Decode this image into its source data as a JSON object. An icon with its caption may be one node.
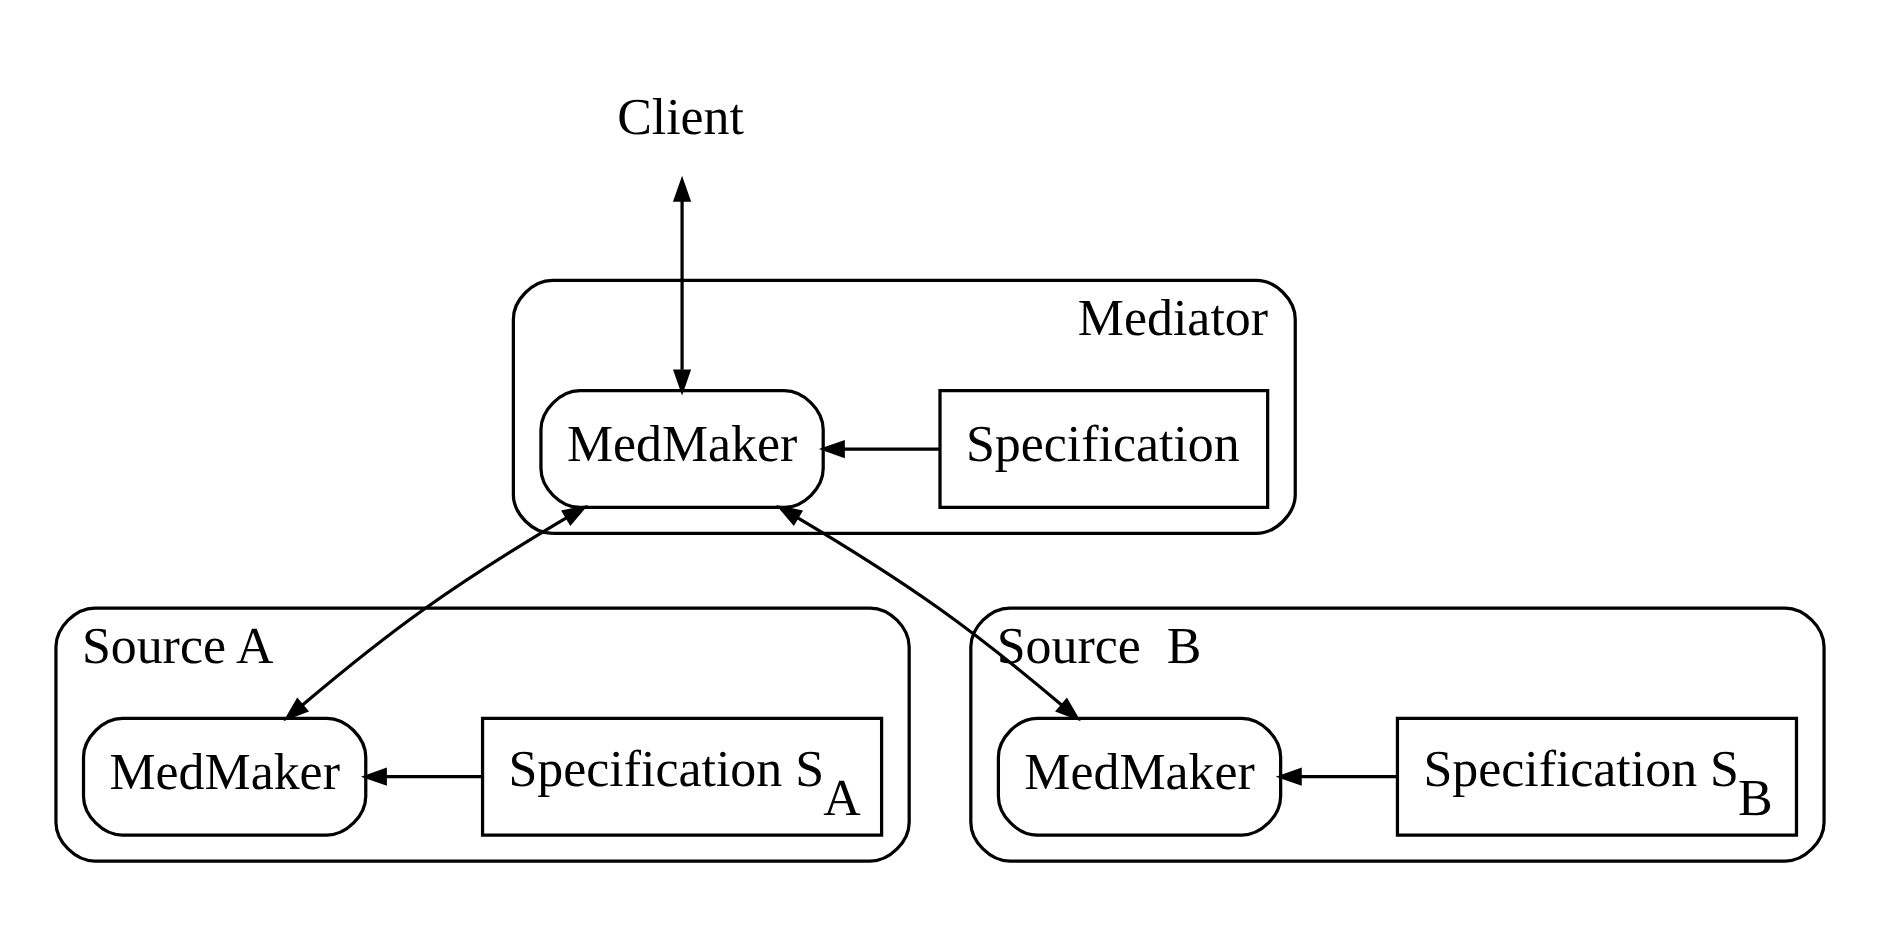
{
  "diagram": {
    "nodes": [
      {
        "text": [
          "Client"
        ]
      },
      {
        "text": [
          "Mediator"
        ]
      },
      {
        "text": [
          "MedMaker"
        ],
        "in": 1
      },
      {
        "text": [
          "Specification"
        ],
        "in": 1
      },
      {
        "text": [
          "Source A"
        ]
      },
      {
        "text": [
          "MedMaker"
        ],
        "in": 4
      },
      {
        "text": [
          "Specification S$_{A}$"
        ],
        "in": 4
      },
      {
        "text": [
          "Source  B"
        ]
      },
      {
        "text": [
          "MedMaker"
        ],
        "in": 7
      },
      {
        "text": [
          "Specification S$_{B}$"
        ],
        "in": 7
      }
    ],
    "edges": [
      {
        "from": 0,
        "to": 2,
        "arrow": "both"
      },
      {
        "from": 3,
        "to": 2,
        "arrow": "to"
      },
      {
        "from": 2,
        "to": 5,
        "arrow": "both"
      },
      {
        "from": 2,
        "to": 8,
        "arrow": "both"
      },
      {
        "from": 6,
        "to": 5,
        "arrow": "to"
      },
      {
        "from": 9,
        "to": 8,
        "arrow": "to"
      }
    ]
  }
}
